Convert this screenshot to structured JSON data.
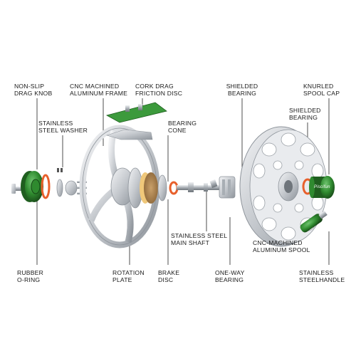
{
  "labels": {
    "non_slip_drag_knob": [
      "NON-SLIP",
      "DRAG KNOB"
    ],
    "cnc_machined_frame": [
      "CNC MACHINED",
      "ALUMINUM FRAME"
    ],
    "cork_drag_disc": [
      "CORK DRAG",
      "FRICTION DISC"
    ],
    "shielded_bearing_top": [
      "SHIELDED",
      "BEARING"
    ],
    "knurled_spool_cap": [
      "KNURLED",
      "SPOOL CAP"
    ],
    "stainless_steel_washer": [
      "STAINLESS",
      "STEEL WASHER"
    ],
    "bearing_cone": [
      "BEARING",
      "CONE"
    ],
    "shielded_bearing_right": [
      "SHIELDED",
      "BEARING"
    ],
    "stainless_steel_main_shaft": [
      "STAINLESS STEEL",
      "MAIN SHAFT"
    ],
    "cnc_machined_spool": [
      "CNC-MACHINED",
      "ALUMINUM SPOOL"
    ],
    "rubber_o_ring": [
      "RUBBER",
      "O-RING"
    ],
    "rotation_plate": [
      "ROTATION",
      "PLATE"
    ],
    "brake_disc": [
      "BRAKE",
      "DISC"
    ],
    "one_way_bearing": [
      "ONE-WAY",
      "BEARING"
    ],
    "stainless_steel_handle": [
      "STAINLESS",
      "STEELHANDLE"
    ]
  },
  "brand_mark": "Piscifun",
  "colors": {
    "green": "#2f8a2f",
    "dark_green": "#1f5e1f",
    "silver": "#c9cdd2",
    "dark_silver": "#8e949b",
    "orange": "#e8602c",
    "cork": "#b98d57",
    "line": "#222222"
  }
}
